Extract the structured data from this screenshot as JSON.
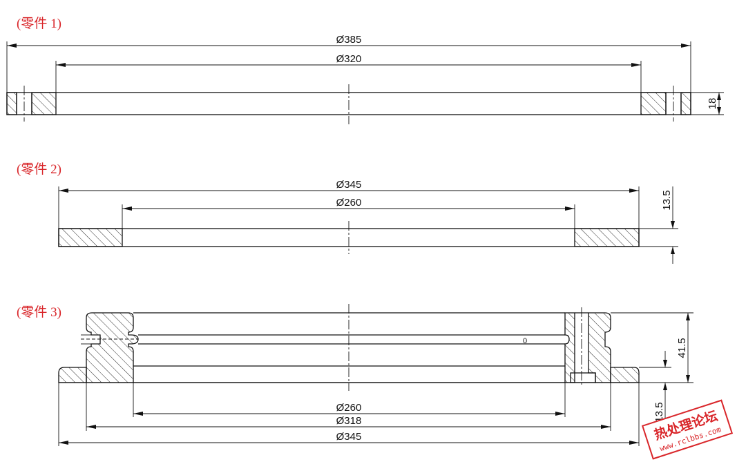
{
  "parts": [
    {
      "label": "(零件 1)",
      "dims": {
        "outer": "Ø385",
        "inner": "Ø320",
        "thickness": "18"
      }
    },
    {
      "label": "(零件 2)",
      "dims": {
        "outer": "Ø345",
        "inner": "Ø260",
        "thickness": "13.5"
      }
    },
    {
      "label": "(零件 3)",
      "dims": {
        "d1": "Ø260",
        "d2": "Ø318",
        "d3": "Ø345",
        "height": "41.5",
        "flange": "13.5",
        "mark": "0"
      }
    }
  ],
  "watermark": {
    "text": "热处理论坛",
    "url": "www.rclbbs.com"
  }
}
